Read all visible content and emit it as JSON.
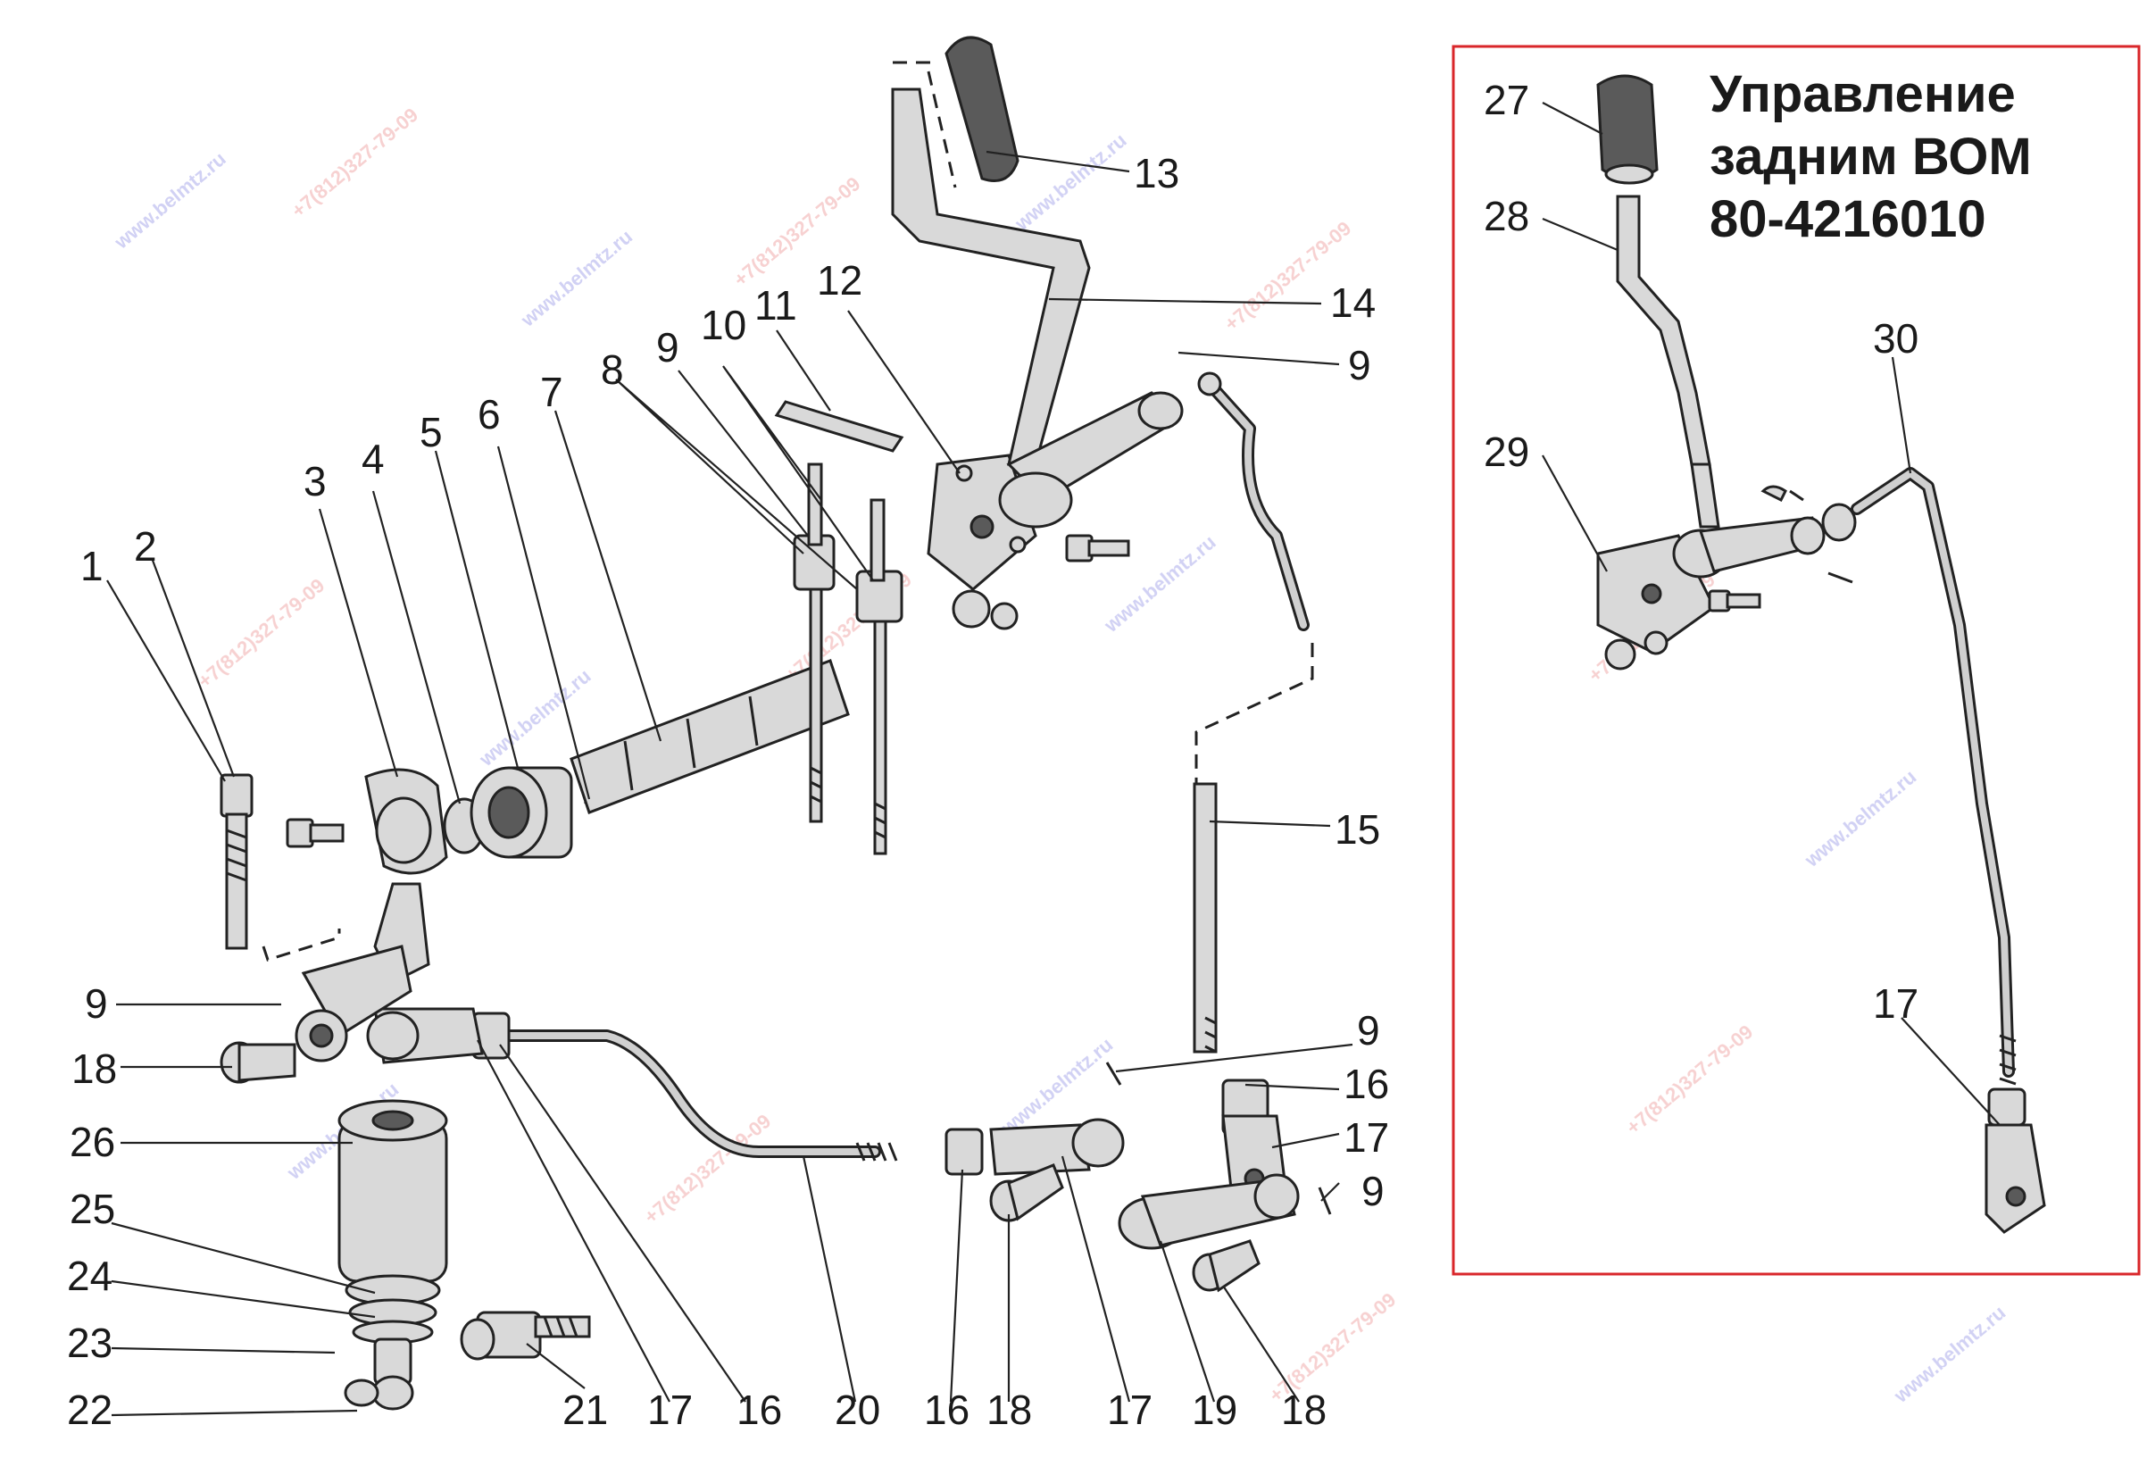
{
  "inset": {
    "title_line1": "Управление",
    "title_line2": "задним ВОМ",
    "title_line3": "80-4216010",
    "border_color": "#d9262a"
  },
  "labels": {
    "l1": "1",
    "l2": "2",
    "l3": "3",
    "l4": "4",
    "l5": "5",
    "l6": "6",
    "l7": "7",
    "l8": "8",
    "l9a": "9",
    "l10": "10",
    "l11": "11",
    "l12": "12",
    "l13": "13",
    "l14": "14",
    "l9b": "9",
    "l15": "15",
    "l9c": "9",
    "l18a": "18",
    "l26": "26",
    "l25": "25",
    "l24": "24",
    "l23": "23",
    "l22": "22",
    "l21": "21",
    "l17a": "17",
    "l16a": "16",
    "l20": "20",
    "l16b": "16",
    "l18b": "18",
    "l17b": "17",
    "l19": "19",
    "l18c": "18",
    "l9d": "9",
    "l16c": "16",
    "l17c": "17",
    "l9e": "9",
    "l27": "27",
    "l28": "28",
    "l29": "29",
    "l30": "30",
    "l17d": "17"
  },
  "watermarks": {
    "site": "www.belmtz.ru",
    "phone": "+7(812)327-79-09",
    "site_color": "#5b5bd6",
    "phone_color": "#e05a5a"
  }
}
